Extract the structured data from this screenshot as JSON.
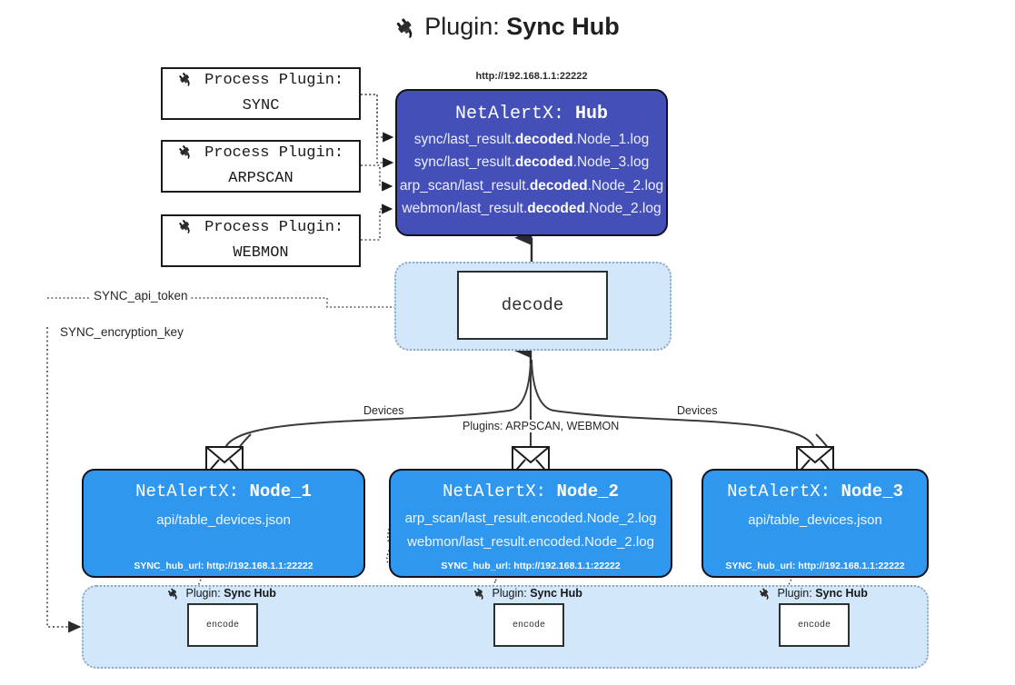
{
  "title": {
    "icon": "plug-icon",
    "prefix": "Plugin:",
    "name": "Sync Hub"
  },
  "process_plugins": [
    {
      "icon": "plug-icon",
      "label": "Process Plugin:",
      "name": "SYNC"
    },
    {
      "icon": "plug-icon",
      "label": "Process Plugin:",
      "name": "ARPSCAN"
    },
    {
      "icon": "plug-icon",
      "label": "Process Plugin:",
      "name": "WEBMON"
    }
  ],
  "hub": {
    "url": "http://192.168.1.1:22222",
    "title_prefix": "NetAlertX:",
    "title_name": "Hub",
    "lines": [
      {
        "pre": "sync/last_result.",
        "em": "decoded",
        "post": ".Node_1.log"
      },
      {
        "pre": "sync/last_result.",
        "em": "decoded",
        "post": ".Node_3.log"
      },
      {
        "pre": "arp_scan/last_result.",
        "em": "decoded",
        "post": ".Node_2.log"
      },
      {
        "pre": "webmon/last_result.",
        "em": "decoded",
        "post": ".Node_2.log"
      }
    ]
  },
  "decode": {
    "label": "decode"
  },
  "secrets": [
    {
      "label": "SYNC_api_token"
    },
    {
      "label": "SYNC_encryption_key"
    }
  ],
  "edge_labels": {
    "devices_left": "Devices",
    "devices_right": "Devices",
    "plugins_mid": "Plugins: ARPSCAN, WEBMON"
  },
  "nodes": [
    {
      "title_prefix": "NetAlertX:",
      "title_name": "Node_1",
      "lines": [
        "api/table_devices.json"
      ],
      "footer": "SYNC_hub_url: http://192.168.1.1:22222",
      "icon": "envelope-icon"
    },
    {
      "title_prefix": "NetAlertX:",
      "title_name": "Node_2",
      "lines": [
        "arp_scan/last_result.encoded.Node_2.log",
        "webmon/last_result.encoded.Node_2.log"
      ],
      "footer": "SYNC_hub_url: http://192.168.1.1:22222",
      "icon": "envelope-icon"
    },
    {
      "title_prefix": "NetAlertX:",
      "title_name": "Node_3",
      "lines": [
        "api/table_devices.json"
      ],
      "footer": "SYNC_hub_url: http://192.168.1.1:22222",
      "icon": "envelope-icon"
    }
  ],
  "encoders": [
    {
      "caption_icon": "plug-icon",
      "caption_prefix": "Plugin:",
      "caption_name": "Sync Hub",
      "label": "encode"
    },
    {
      "caption_icon": "plug-icon",
      "caption_prefix": "Plugin:",
      "caption_name": "Sync Hub",
      "label": "encode"
    },
    {
      "caption_icon": "plug-icon",
      "caption_prefix": "Plugin:",
      "caption_name": "Sync Hub",
      "label": "encode"
    }
  ],
  "colors": {
    "hub_fill": "#4450B8",
    "node_fill": "#2F98EE",
    "panel_fill": "#D3E7FA",
    "stroke": "#12131f",
    "dotted": "#555555"
  }
}
